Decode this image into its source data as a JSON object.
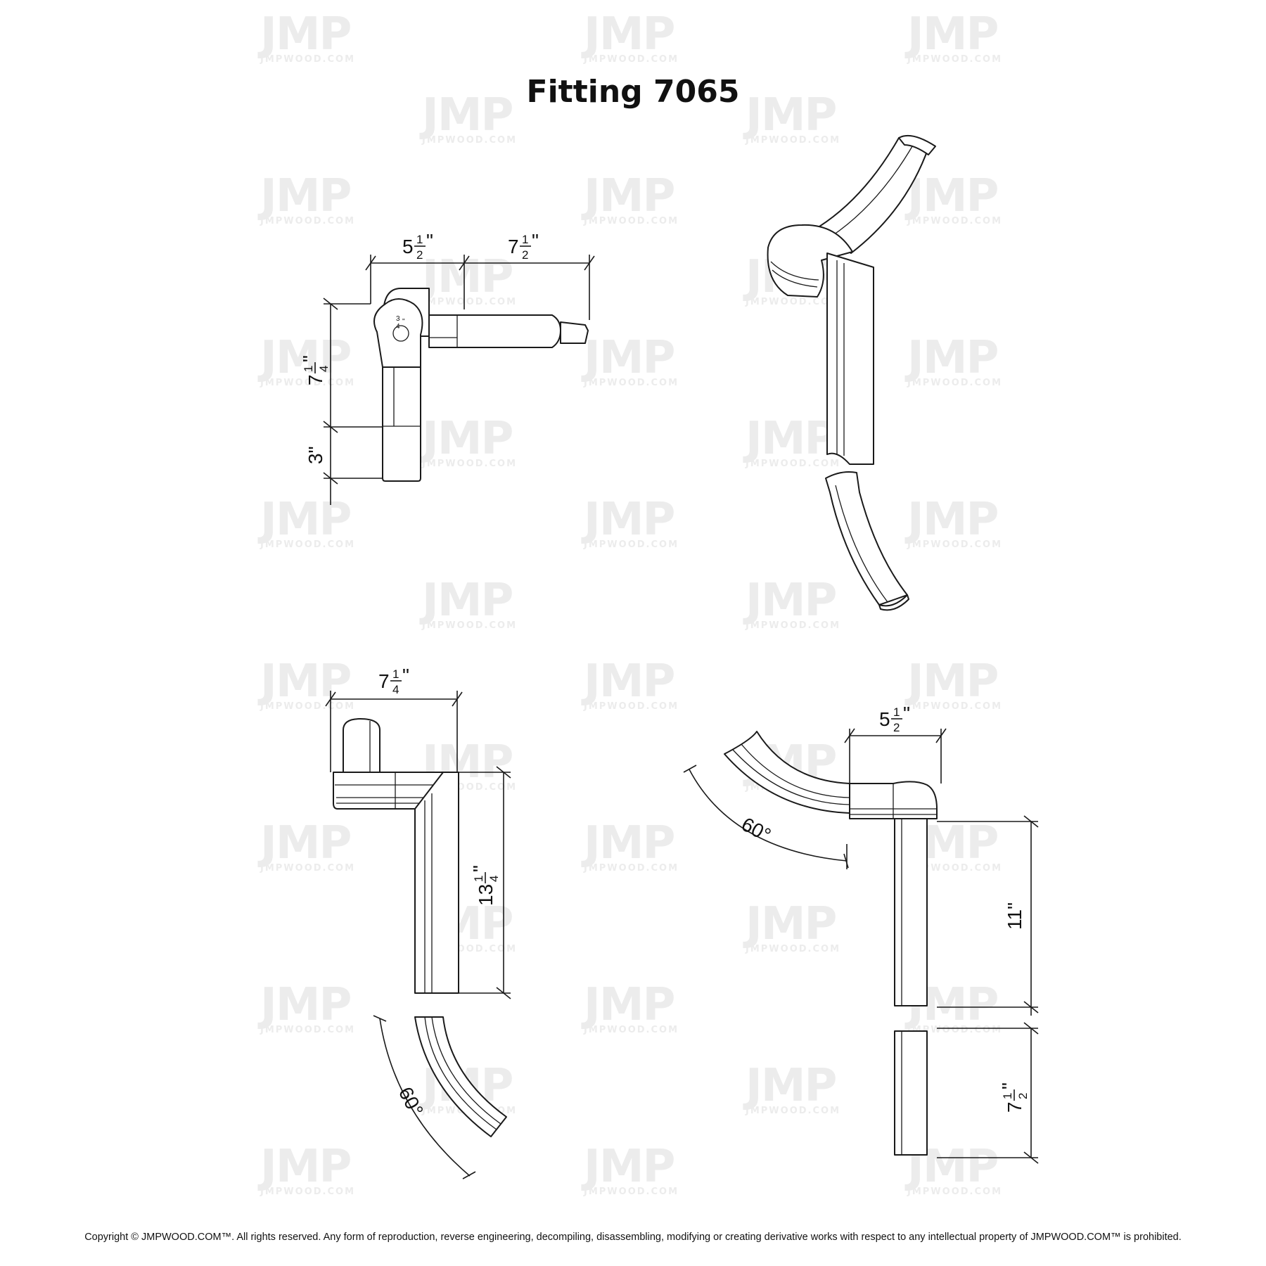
{
  "title": "Fitting 7065",
  "copyright": "Copyright © JMPWOOD.COM™. All rights reserved. Any form of reproduction, reverse engineering, decompiling, disassembling, modifying or creating derivative works with respect to any intellectual property of JMPWOOD.COM™ is prohibited.",
  "watermark": {
    "letters": "JMP",
    "url": "JMPWOOD.COM"
  },
  "views": {
    "top": {
      "dim_a": {
        "whole": "5",
        "num": "1",
        "den": "2",
        "unit": "\""
      },
      "dim_b": {
        "whole": "7",
        "num": "1",
        "den": "2",
        "unit": "\""
      },
      "dim_c": {
        "whole": "7",
        "num": "1",
        "den": "4",
        "unit": "\""
      },
      "dim_d": {
        "text": "3\""
      },
      "dim_hole": {
        "num": "3",
        "den": "4",
        "unit": "\""
      }
    },
    "side_left": {
      "dim_width": {
        "whole": "7",
        "num": "1",
        "den": "4",
        "unit": "\""
      },
      "dim_height": {
        "whole": "13",
        "num": "1",
        "den": "4",
        "unit": "\""
      },
      "angle": "60°"
    },
    "side_right": {
      "dim_width": {
        "whole": "5",
        "num": "1",
        "den": "2",
        "unit": "\""
      },
      "dim_height": {
        "text": "11\""
      },
      "dim_lower": {
        "whole": "7",
        "num": "1",
        "den": "2",
        "unit": "\""
      },
      "angle": "60°"
    }
  }
}
